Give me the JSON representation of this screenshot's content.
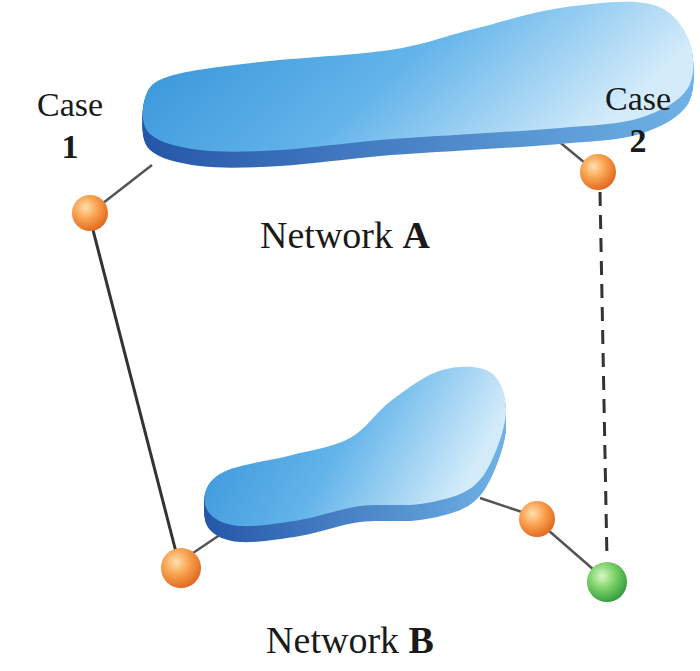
{
  "diagram": {
    "nodes": [
      {
        "text": [
          "Network A"
        ]
      },
      {
        "text": [
          "Network B"
        ]
      }
    ],
    "labels": [
      "Case 1",
      "Case 2"
    ]
  }
}
